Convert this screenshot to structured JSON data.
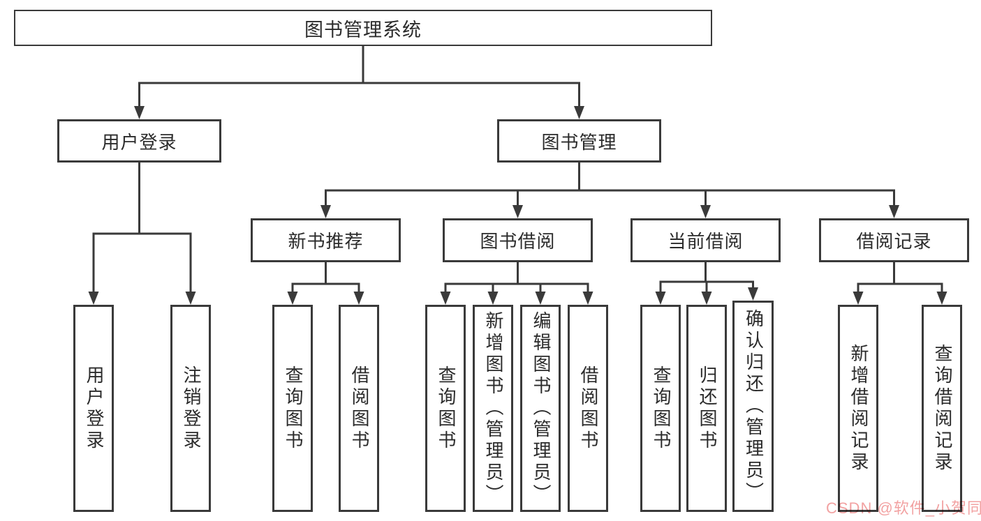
{
  "diagram": {
    "type": "tree",
    "title": "图书管理系统",
    "nodes": {
      "root": {
        "label": "图书管理系统",
        "parent": null
      },
      "user-login": {
        "label": "用户登录",
        "parent": "root"
      },
      "book-mgmt": {
        "label": "图书管理",
        "parent": "root"
      },
      "leaf-user-login": {
        "label": "用户登录",
        "parent": "user-login"
      },
      "leaf-logout": {
        "label": "注销登录",
        "parent": "user-login"
      },
      "new-book-rec": {
        "label": "新书推荐",
        "parent": "book-mgmt"
      },
      "book-borrow": {
        "label": "图书借阅",
        "parent": "book-mgmt"
      },
      "current-borrow": {
        "label": "当前借阅",
        "parent": "book-mgmt"
      },
      "borrow-records": {
        "label": "借阅记录",
        "parent": "book-mgmt"
      },
      "rec-query-books": {
        "label": "查询图书",
        "parent": "new-book-rec"
      },
      "rec-borrow-books": {
        "label": "借阅图书",
        "parent": "new-book-rec"
      },
      "bb-query-books": {
        "label": "查询图书",
        "parent": "book-borrow"
      },
      "bb-add-books": {
        "label": "新增图书（管理员）",
        "parent": "book-borrow"
      },
      "bb-edit-books": {
        "label": "编辑图书（管理员）",
        "parent": "book-borrow"
      },
      "bb-borrow-books": {
        "label": "借阅图书",
        "parent": "book-borrow"
      },
      "cb-query-books": {
        "label": "查询图书",
        "parent": "current-borrow"
      },
      "cb-return-books": {
        "label": "归还图书",
        "parent": "current-borrow"
      },
      "cb-confirm-return": {
        "label": "确认归还（管理员）",
        "parent": "current-borrow"
      },
      "rk-add-record": {
        "label": "新增借阅记录",
        "parent": "borrow-records"
      },
      "rk-query-record": {
        "label": "查询借阅记录",
        "parent": "borrow-records"
      }
    }
  },
  "watermark": {
    "text": "CSDN @软件_小贺同学",
    "color": "#f2a2a2"
  },
  "colors": {
    "background": "#ffffff",
    "line": "#3a3a3a",
    "box_border": "#3a3a3a",
    "box_fill": "#ffffff",
    "text": "#2b2b2b"
  }
}
